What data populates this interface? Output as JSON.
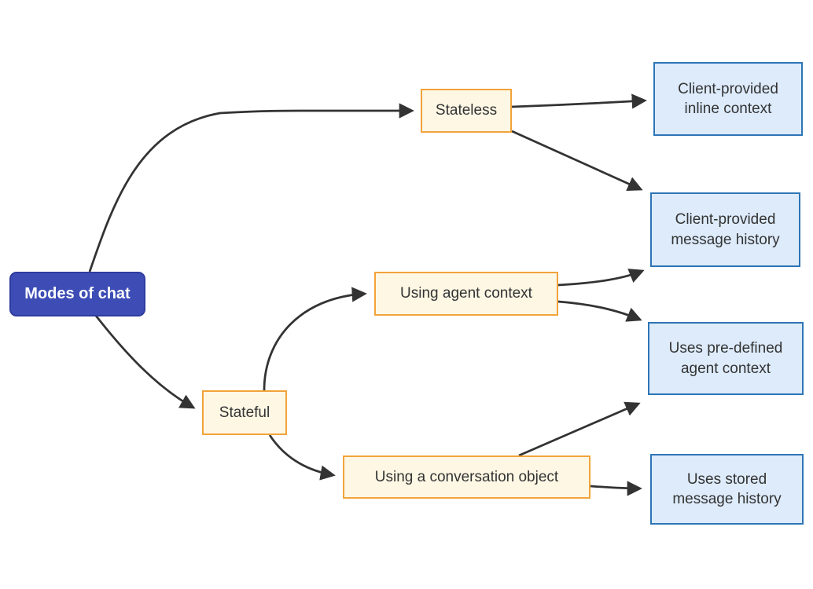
{
  "diagram": {
    "type": "flowchart",
    "direction": "left-to-right",
    "title": "Modes of chat",
    "colors": {
      "background": "#ffffff",
      "root_fill": "#3d4db5",
      "root_border": "#2f3c9e",
      "root_text": "#ffffff",
      "branch_fill": "#fdf7e4",
      "branch_border": "#f2a33a",
      "leaf_fill": "#ddebfb",
      "leaf_border": "#2e75b6",
      "node_text": "#333333",
      "edge": "#333333"
    },
    "nodes": [
      {
        "id": "root",
        "label": "Modes of chat",
        "type": "root"
      },
      {
        "id": "stateless",
        "label": "Stateless",
        "type": "branch"
      },
      {
        "id": "stateful",
        "label": "Stateful",
        "type": "branch"
      },
      {
        "id": "using-agent-context",
        "label": "Using agent context",
        "type": "branch"
      },
      {
        "id": "using-conversation-object",
        "label": "Using a conversation object",
        "type": "branch"
      },
      {
        "id": "client-inline-context",
        "label": "Client-provided inline context",
        "type": "leaf"
      },
      {
        "id": "client-message-history",
        "label": "Client-provided message history",
        "type": "leaf"
      },
      {
        "id": "predefined-agent-context",
        "label": "Uses pre-defined agent context",
        "type": "leaf"
      },
      {
        "id": "stored-message-history",
        "label": "Uses stored message history",
        "type": "leaf"
      }
    ],
    "edges": [
      {
        "from": "root",
        "to": "stateless"
      },
      {
        "from": "root",
        "to": "stateful"
      },
      {
        "from": "stateless",
        "to": "client-inline-context"
      },
      {
        "from": "stateless",
        "to": "client-message-history"
      },
      {
        "from": "stateful",
        "to": "using-agent-context"
      },
      {
        "from": "stateful",
        "to": "using-conversation-object"
      },
      {
        "from": "using-agent-context",
        "to": "client-message-history"
      },
      {
        "from": "using-agent-context",
        "to": "predefined-agent-context"
      },
      {
        "from": "using-conversation-object",
        "to": "predefined-agent-context"
      },
      {
        "from": "using-conversation-object",
        "to": "stored-message-history"
      }
    ]
  }
}
